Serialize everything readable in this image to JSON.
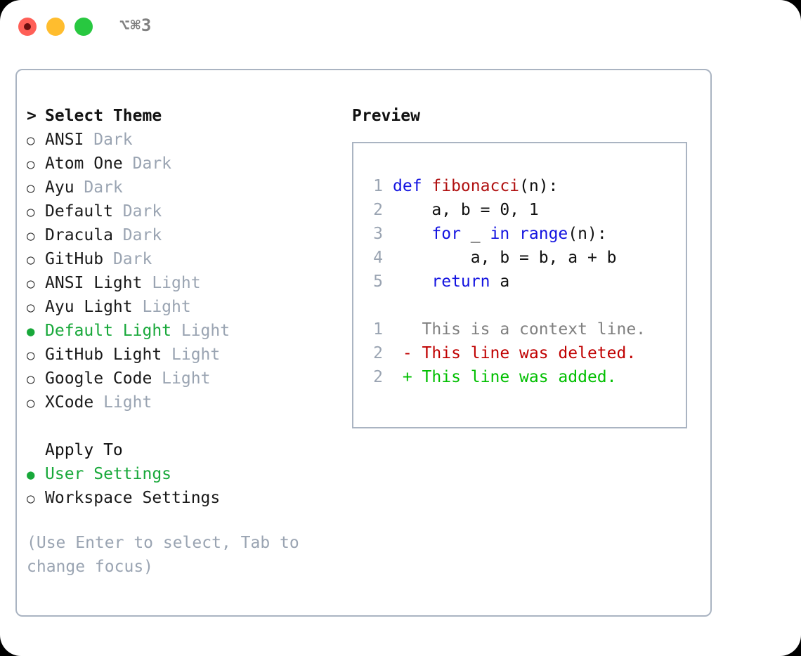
{
  "window": {
    "shortcut_label": "⌥⌘3",
    "traffic_lights": [
      {
        "name": "close",
        "color": "#ff5f57"
      },
      {
        "name": "minimize",
        "color": "#ffbd2e"
      },
      {
        "name": "zoom",
        "color": "#28c840"
      }
    ]
  },
  "theme_picker": {
    "header": "Select Theme",
    "header_marker": ">",
    "selected_glyph": "●",
    "unselected_glyph": "○",
    "accent_color": "#18a83a",
    "muted_color": "#9aa4b2",
    "items": [
      {
        "name": "ANSI",
        "kind": "Dark",
        "selected": false
      },
      {
        "name": "Atom One",
        "kind": "Dark",
        "selected": false
      },
      {
        "name": "Ayu",
        "kind": "Dark",
        "selected": false
      },
      {
        "name": "Default",
        "kind": "Dark",
        "selected": false
      },
      {
        "name": "Dracula",
        "kind": "Dark",
        "selected": false
      },
      {
        "name": "GitHub",
        "kind": "Dark",
        "selected": false
      },
      {
        "name": "ANSI Light",
        "kind": "Light",
        "selected": false
      },
      {
        "name": "Ayu Light",
        "kind": "Light",
        "selected": false
      },
      {
        "name": "Default Light",
        "kind": "Light",
        "selected": true
      },
      {
        "name": "GitHub Light",
        "kind": "Light",
        "selected": false
      },
      {
        "name": "Google Code",
        "kind": "Light",
        "selected": false
      },
      {
        "name": "XCode",
        "kind": "Light",
        "selected": false
      }
    ]
  },
  "apply_to": {
    "header": "Apply To",
    "items": [
      {
        "name": "User Settings",
        "selected": true
      },
      {
        "name": "Workspace Settings",
        "selected": false
      }
    ]
  },
  "hint": "(Use Enter to select, Tab to change focus)",
  "preview": {
    "title": "Preview",
    "code_lines": [
      {
        "number": "1",
        "tokens": [
          {
            "text": "def ",
            "type": "keyword"
          },
          {
            "text": "fibonacci",
            "type": "function"
          },
          {
            "text": "(n):",
            "type": "plain"
          }
        ]
      },
      {
        "number": "2",
        "tokens": [
          {
            "text": "    a, b = 0, 1",
            "type": "plain"
          }
        ]
      },
      {
        "number": "3",
        "tokens": [
          {
            "text": "    ",
            "type": "plain"
          },
          {
            "text": "for",
            "type": "keyword"
          },
          {
            "text": " _ ",
            "type": "plain"
          },
          {
            "text": "in",
            "type": "keyword"
          },
          {
            "text": " ",
            "type": "plain"
          },
          {
            "text": "range",
            "type": "keyword"
          },
          {
            "text": "(n):",
            "type": "plain"
          }
        ]
      },
      {
        "number": "4",
        "tokens": [
          {
            "text": "        a, b = b, a + b",
            "type": "plain"
          }
        ]
      },
      {
        "number": "5",
        "tokens": [
          {
            "text": "    ",
            "type": "plain"
          },
          {
            "text": "return",
            "type": "keyword"
          },
          {
            "text": " a",
            "type": "plain"
          }
        ]
      }
    ],
    "diff_lines": [
      {
        "number": "1",
        "sign": " ",
        "text": "This is a context line.",
        "type": "context"
      },
      {
        "number": "2",
        "sign": "-",
        "text": "This line was deleted.",
        "type": "deleted"
      },
      {
        "number": "2",
        "sign": "+",
        "text": "This line was added.",
        "type": "added"
      }
    ],
    "colors": {
      "keyword": "#1414e0",
      "function": "#b01010",
      "plain": "#111111",
      "lineno": "#9aa4b2",
      "context": "#808080",
      "deleted": "#c00000",
      "added": "#00bf00",
      "border": "#aab4c2"
    }
  }
}
